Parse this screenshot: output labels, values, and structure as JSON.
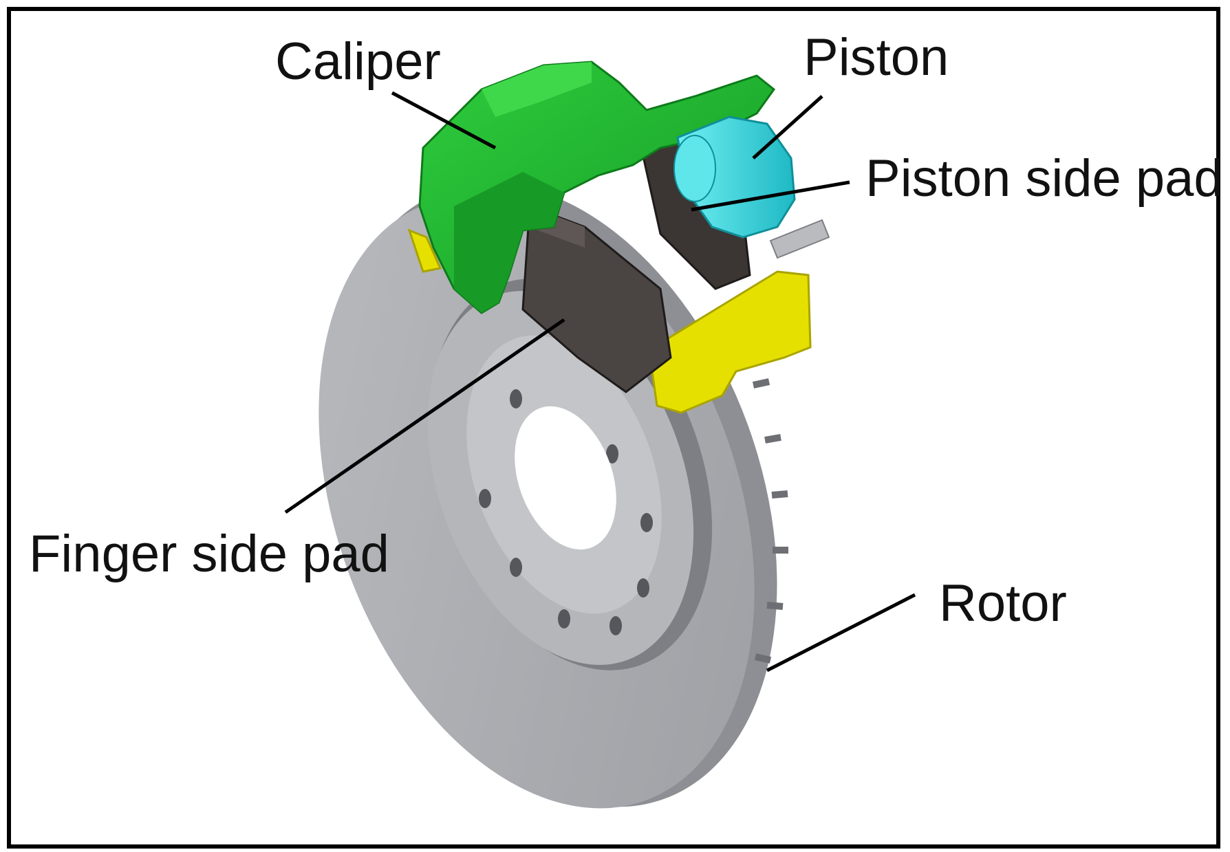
{
  "labels": {
    "caliper": "Caliper",
    "piston": "Piston",
    "piston_side_pad": "Piston side pad",
    "finger_side_pad": "Finger side pad",
    "rotor": "Rotor"
  },
  "colors": {
    "caliper": "#1fb233",
    "piston": "#3fd8e0",
    "pad": "#4a4442",
    "bracket": "#e8e000",
    "rotor": "#a9abaf",
    "frame": "#000000"
  }
}
